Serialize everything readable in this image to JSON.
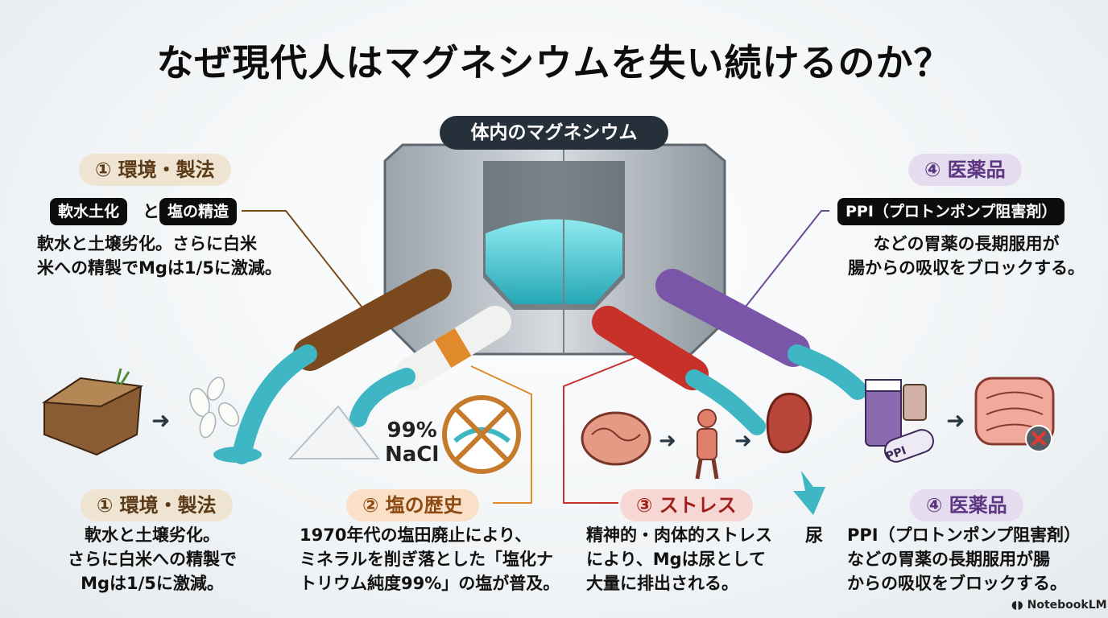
{
  "title": "なぜ現代人はマグネシウムを失い続けるのか？",
  "tank_label": "体内のマグネシウム",
  "upper_left": {
    "pill": "① 環境・製法",
    "tag1": "軟水土化",
    "connector": "と",
    "tag2": "塩の精造",
    "text": "軟水と土壌劣化。さらに白米\n米への精製でMgは1/5に激減。"
  },
  "upper_right": {
    "pill": "④ 医薬品",
    "tag": "PPI（プロトンポンプ阻害剤）",
    "text": "などの胃薬の長期服用が\n腸からの吸収をブロックする。"
  },
  "salt_label": "99%\nNaCl",
  "ppi_label": "PPI",
  "urine_label": "尿",
  "bottom": [
    {
      "pill": "① 環境・製法",
      "text": "軟水と土壌劣化。\nさらに白米への精製で\nMgは1/5に激減。"
    },
    {
      "pill": "② 塩の歴史",
      "text": "1970年代の塩田廃止により、\nミネラルを削ぎ落とした「塩化ナ\nトリウム純度99%」の塩が普及。"
    },
    {
      "pill": "③ ストレス",
      "text": "精神的・肉体的ストレス\nにより、Mgは尿として\n大量に排出される。"
    },
    {
      "pill": "④ 医薬品",
      "text": "PPI（プロトンポンプ阻害剤）\nなどの胃薬の長期服用が腸\nからの吸収をブロックする。"
    }
  ],
  "logo": "NotebookLM",
  "colors": {
    "brown": "#7a4a1e",
    "orange": "#e08a2c",
    "red": "#c8302a",
    "purple": "#6d4a96",
    "water": "#3fb6c3"
  }
}
